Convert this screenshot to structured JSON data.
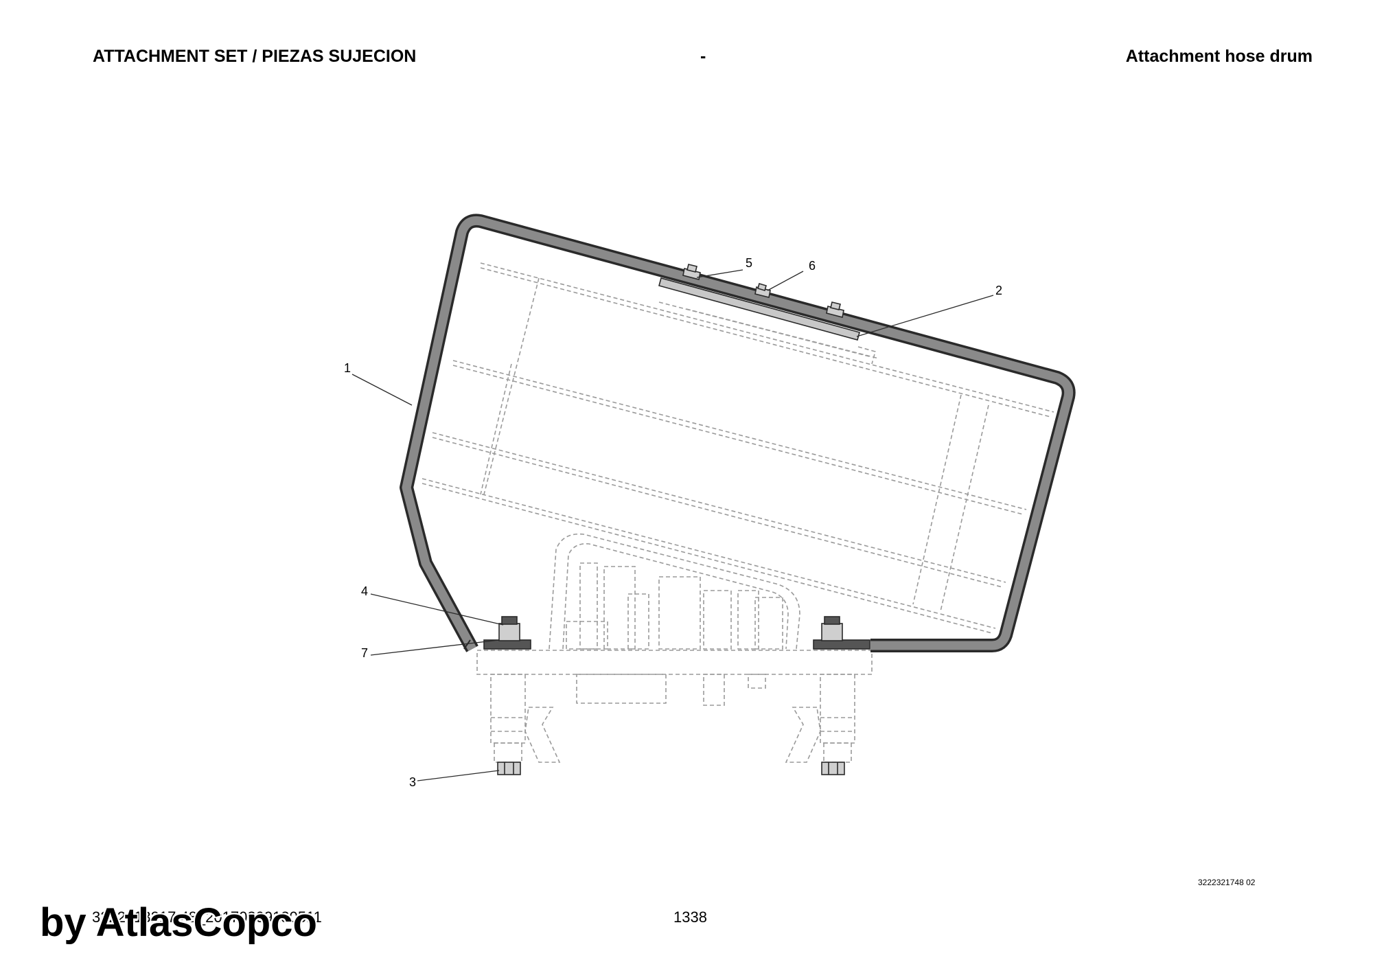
{
  "header": {
    "left_title": "ATTACHMENT SET / PIEZAS SUJECION",
    "center_mark": "-",
    "right_title": "Attachment hose drum"
  },
  "callouts": [
    {
      "label": "1"
    },
    {
      "label": "2"
    },
    {
      "label": "3"
    },
    {
      "label": "4"
    },
    {
      "label": "5"
    },
    {
      "label": "6"
    },
    {
      "label": "7"
    }
  ],
  "drawing_number": "3222321748 02",
  "footer": {
    "doc_ref": "3222213217 48_20170309130511",
    "page_number": "1338",
    "watermark": "by AtlasCopco"
  }
}
